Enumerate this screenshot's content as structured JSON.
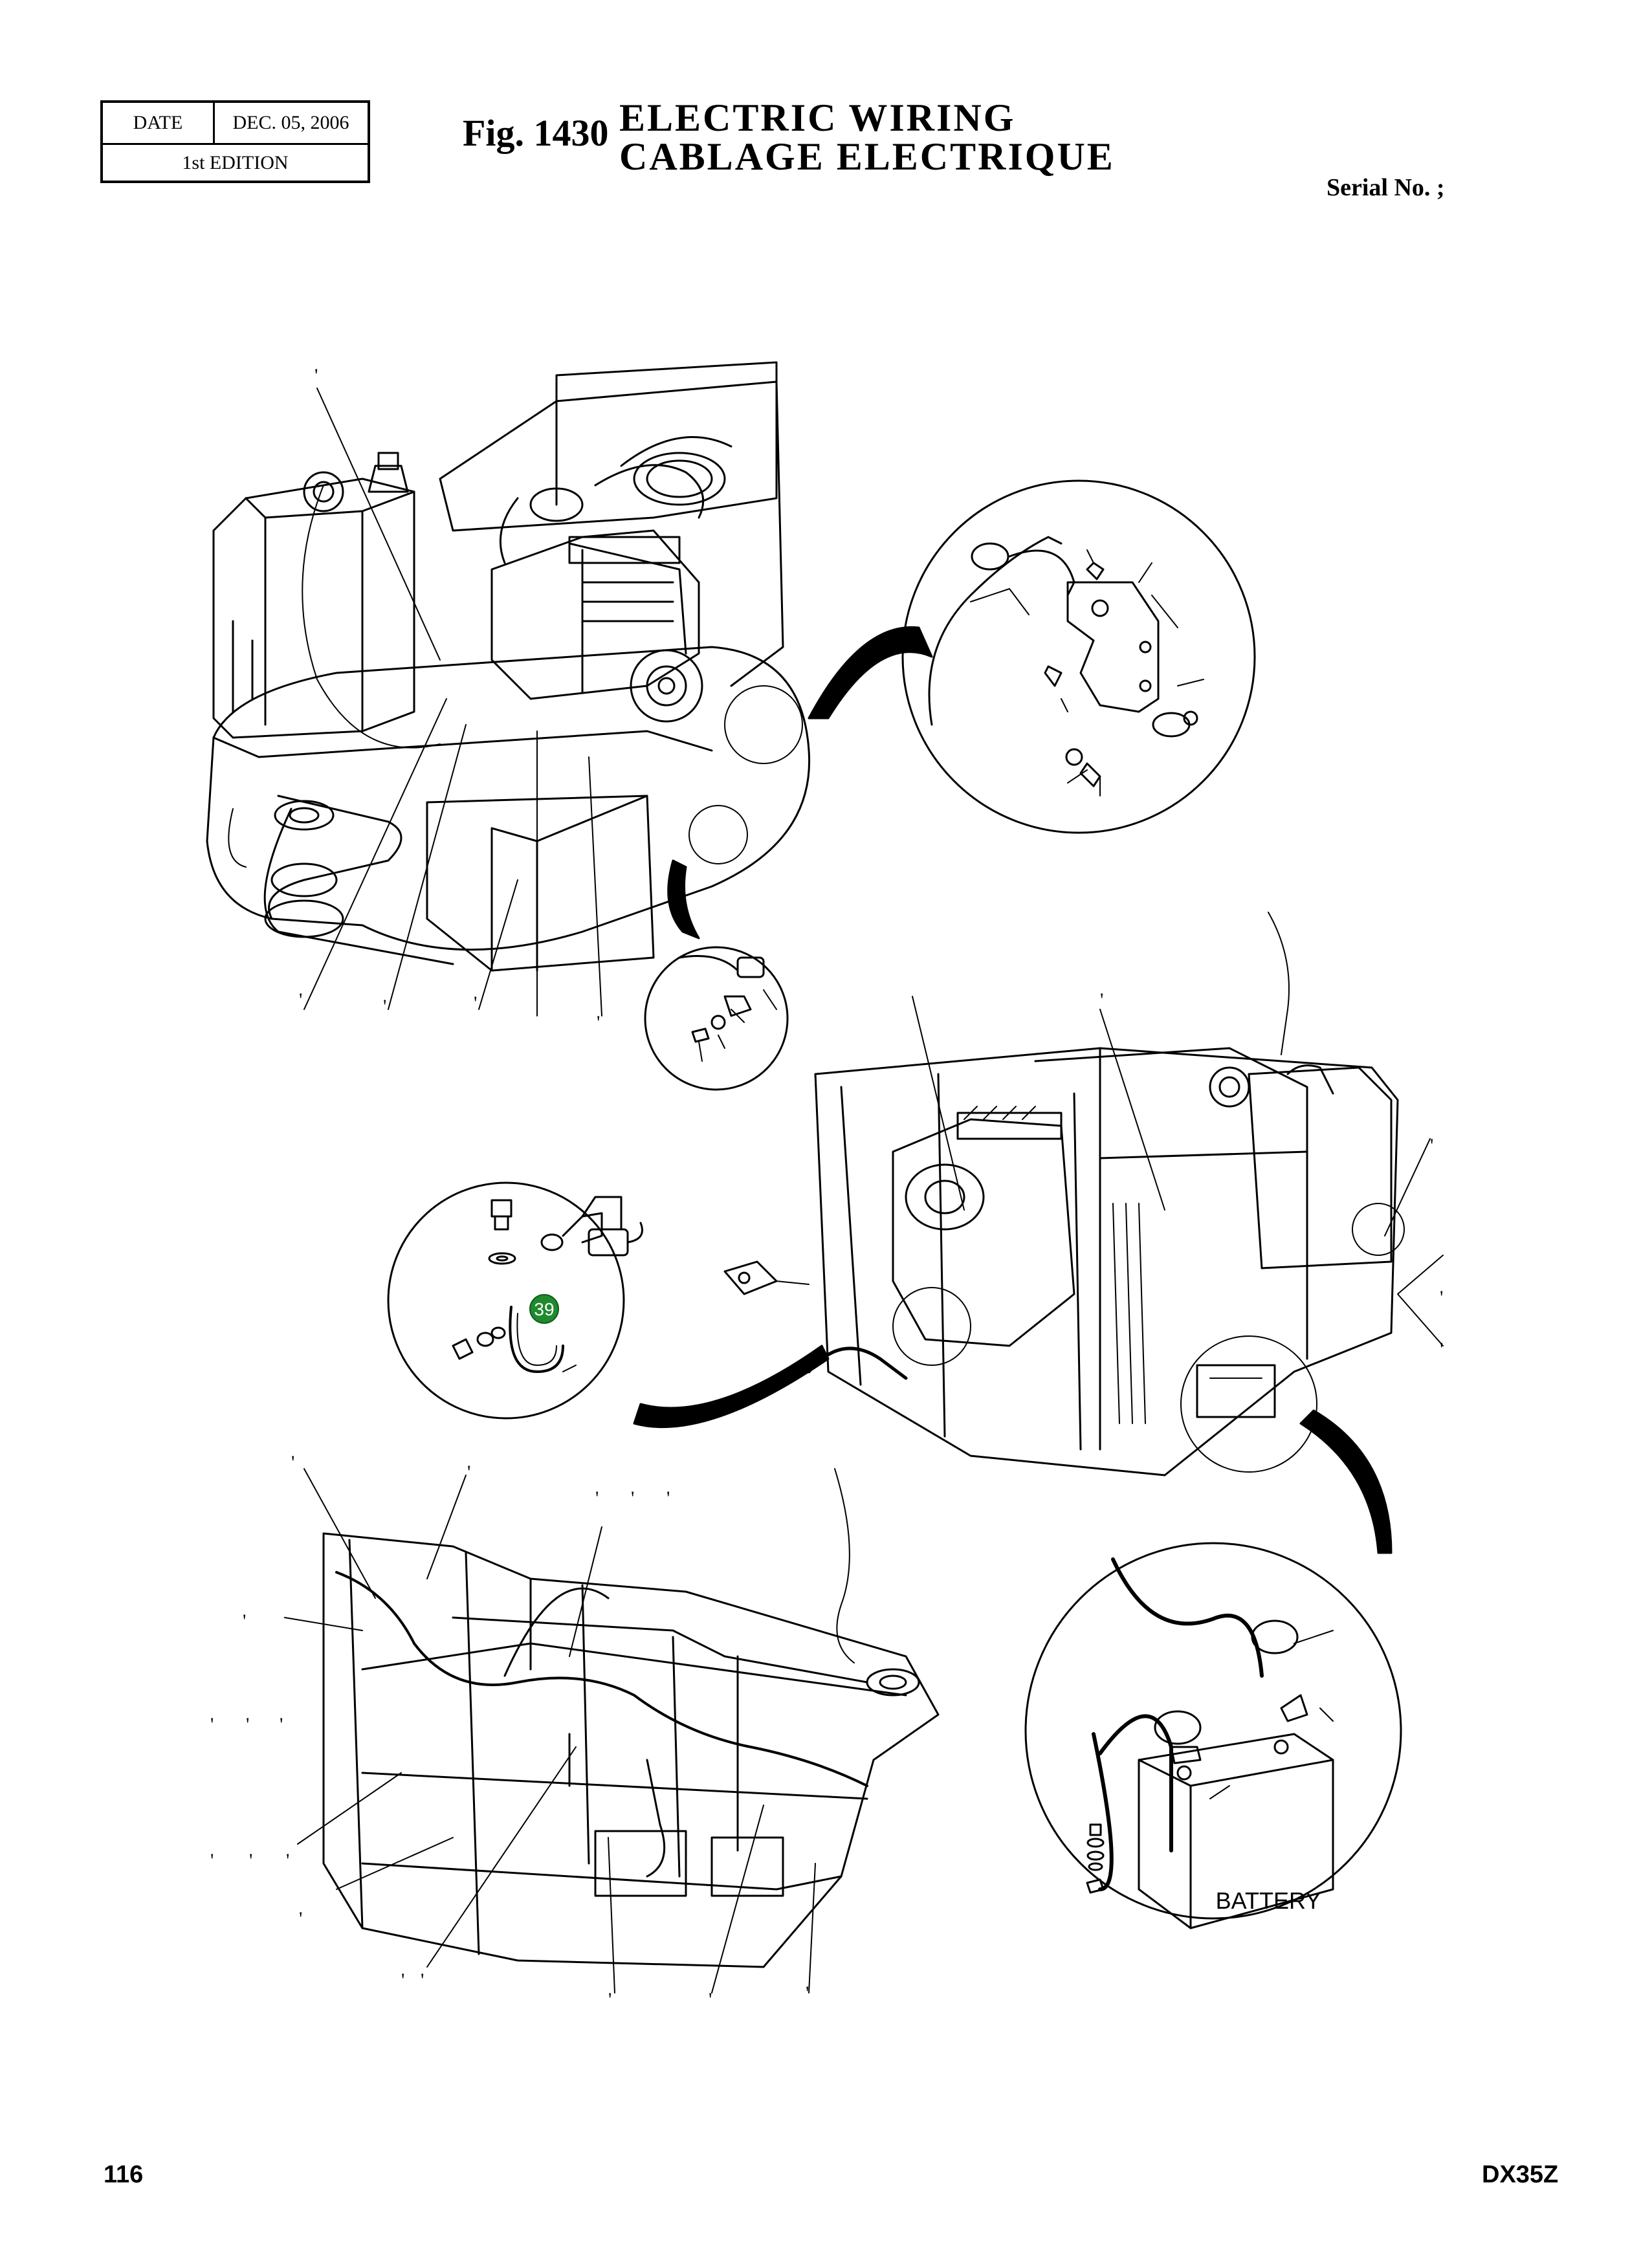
{
  "header": {
    "date_label": "DATE",
    "date_value": "DEC. 05, 2006",
    "edition": "1st EDITION",
    "fig_number": "Fig. 1430",
    "title_en": "ELECTRIC WIRING",
    "title_fr": "CABLAGE ELECTRIQUE",
    "serial_label": "Serial No. ;"
  },
  "diagram": {
    "battery_label": "BATTERY",
    "callout_number": "39",
    "callout_color": "#1f8a2e"
  },
  "footer": {
    "page_number": "116",
    "model": "DX35Z"
  }
}
